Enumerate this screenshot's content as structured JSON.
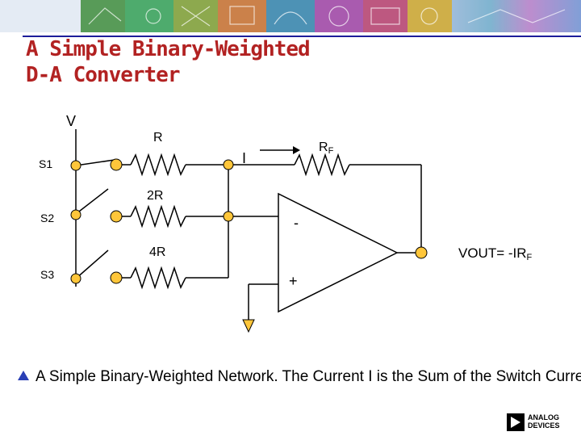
{
  "slide": {
    "title_line1": "A Simple Binary-Weighted",
    "title_line2": "D-A Converter"
  },
  "circuit": {
    "supply_label": "V",
    "switches": [
      {
        "label": "S1"
      },
      {
        "label": "S2"
      },
      {
        "label": "S3"
      }
    ],
    "resistors": [
      {
        "label": "R"
      },
      {
        "label": "2R"
      },
      {
        "label": "4R"
      }
    ],
    "feedback_resistor": {
      "main": "R",
      "subscript": "F"
    },
    "current_label": "I",
    "inverting_input": "-",
    "noninverting_input": "+",
    "output": {
      "main": "VOUT= -IR",
      "subscript": "F"
    }
  },
  "caption": "A Simple Binary-Weighted Network. The Current I is the Sum of the Switch Currents",
  "logo": {
    "line1": "ANALOG",
    "line2": "DEVICES"
  },
  "colors": {
    "title": "#b22222",
    "rule": "#1d1d9a",
    "node_fill": "#ffc63a",
    "bullet": "#2a3fb5"
  }
}
